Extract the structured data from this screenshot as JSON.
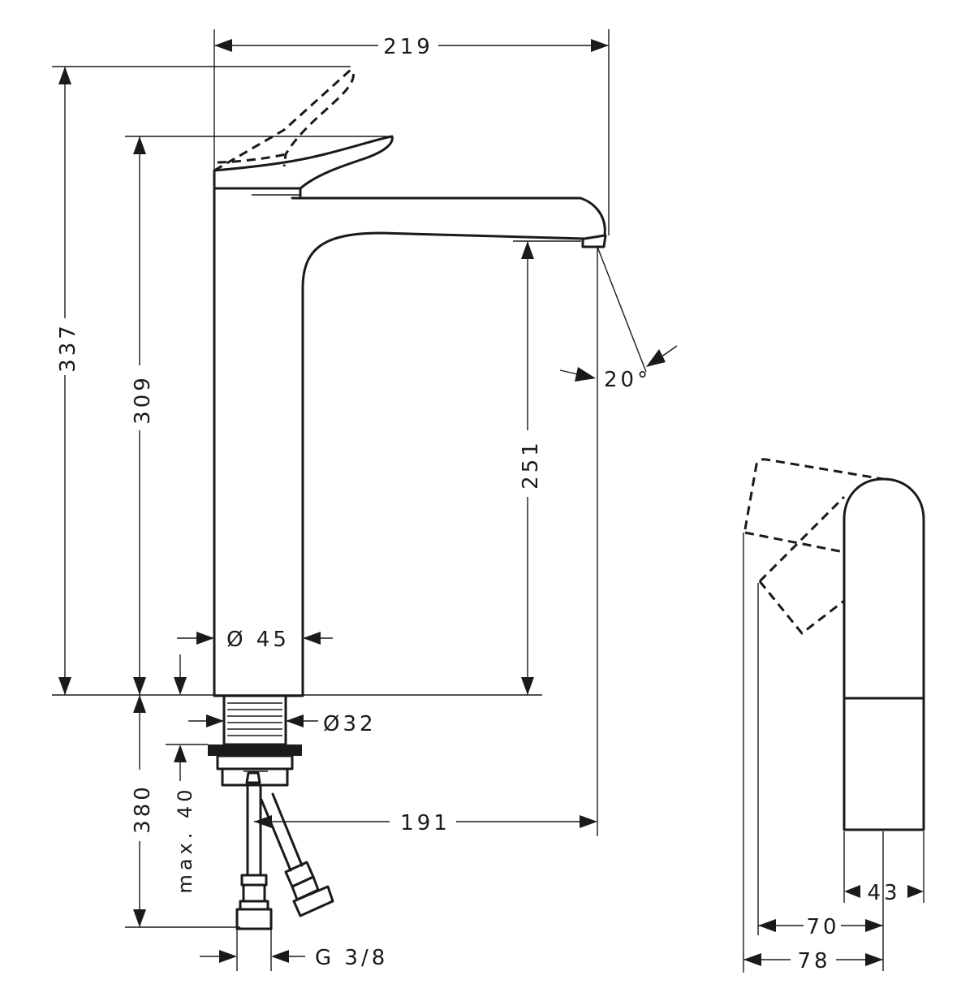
{
  "dimensions": {
    "overall_width": "219",
    "overall_height": "337",
    "body_height": "309",
    "spout_clearance": "251",
    "spray_angle": "20°",
    "body_diameter": "Ø 45",
    "shank_diameter": "Ø32",
    "shank_length": "380",
    "max_thickness": "max. 40",
    "spout_reach": "191",
    "connection_thread": "G 3/8",
    "lever_width": "43",
    "side_depth_inner": "70",
    "side_depth_outer": "78"
  }
}
